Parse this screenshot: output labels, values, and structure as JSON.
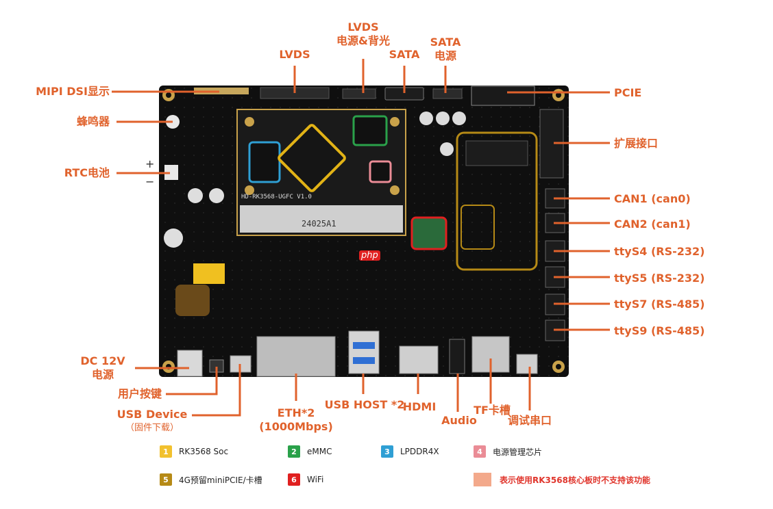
{
  "colors": {
    "accent": "#e0622c",
    "board": "#111111",
    "highlight_soc": "#e2b316",
    "highlight_emmc": "#2aa14a",
    "highlight_lpddr4x": "#2f9fd4",
    "highlight_pmic": "#ea8c96",
    "highlight_4g": "#b68a16",
    "highlight_wifi": "#e02020",
    "note": "#f3a98b"
  },
  "board": {
    "model_silk": "HD-RK3568-UGFC V1.0",
    "module_code": "24025A1",
    "watermark": "php"
  },
  "labels": {
    "lvds_top": "LVDS",
    "lvds_power_line1": "LVDS",
    "lvds_power_line2": "电源&背光",
    "sata": "SATA",
    "sata_power_line1": "SATA",
    "sata_power_line2": "电源",
    "mipi_dsi": "MIPI DSI显示",
    "buzzer": "蜂鸣器",
    "rtc": "RTC电池",
    "rtc_plus": "+",
    "rtc_minus": "−",
    "pcie": "PCIE",
    "expansion": "扩展接口",
    "can1": "CAN1 (can0)",
    "can2": "CAN2 (can1)",
    "ttys4": "ttyS4 (RS-232)",
    "ttys5": "ttyS5 (RS-232)",
    "ttys7": "ttyS7 (RS-485)",
    "ttys9": "ttyS9 (RS-485)",
    "dc_line1": "DC 12V",
    "dc_line2": "电源",
    "user_key": "用户按键",
    "usb_device_line1": "USB Device",
    "usb_device_line2": "（固件下载）",
    "eth_line1": "ETH*2",
    "eth_line2": "(1000Mbps)",
    "usb_host": "USB HOST *2",
    "hdmi": "HDMI",
    "audio": "Audio",
    "tf": "TF卡槽",
    "debug": "调试串口"
  },
  "legend": [
    {
      "num": "1",
      "text": "RK3568 Soc",
      "color": "#f2c12e"
    },
    {
      "num": "2",
      "text": "eMMC",
      "color": "#2aa14a"
    },
    {
      "num": "3",
      "text": "LPDDR4X",
      "color": "#2f9fd4"
    },
    {
      "num": "4",
      "text": "电源管理芯片",
      "color": "#ea8c96"
    },
    {
      "num": "5",
      "text": "4G预留miniPCIE/卡槽",
      "color": "#b68a16"
    },
    {
      "num": "6",
      "text": "WiFi",
      "color": "#e02020"
    }
  ],
  "note": {
    "text": "表示使用RK3568核心板时不支持该功能",
    "color": "#f3a98b"
  }
}
